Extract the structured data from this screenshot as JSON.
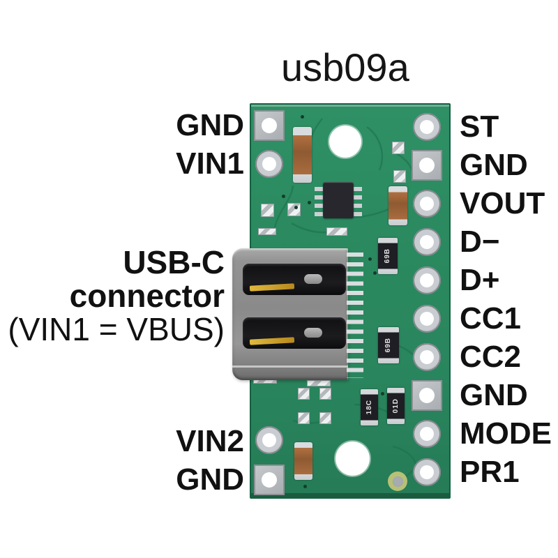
{
  "title": "usb09a",
  "note": {
    "line1": "USB-C",
    "line2": "connector",
    "line3": "(VIN1 = VBUS)"
  },
  "pins": {
    "left": [
      {
        "label": "GND",
        "pad": "square"
      },
      {
        "label": "VIN1",
        "pad": "round"
      },
      {
        "label": "VIN2",
        "pad": "round"
      },
      {
        "label": "GND",
        "pad": "square"
      }
    ],
    "right": [
      {
        "label": "ST",
        "pad": "round"
      },
      {
        "label": "GND",
        "pad": "square"
      },
      {
        "label": "VOUT",
        "pad": "round"
      },
      {
        "label": "D−",
        "pad": "round"
      },
      {
        "label": "D+",
        "pad": "round"
      },
      {
        "label": "CC1",
        "pad": "round"
      },
      {
        "label": "CC2",
        "pad": "round"
      },
      {
        "label": "GND",
        "pad": "square"
      },
      {
        "label": "MODE",
        "pad": "round"
      },
      {
        "label": "PR1",
        "pad": "round"
      }
    ]
  },
  "components": {
    "connector": "USB-C receptacle",
    "resistor_markings": [
      "69B",
      "69B",
      "18C",
      "01D"
    ]
  },
  "colors": {
    "background": "#ffffff",
    "pcb_green": "#2b8a60",
    "label_text": "#111111",
    "pad_silver": "#b4b8bc",
    "connector_gray": "#8f8f8f",
    "capacitor_brown": "#a5673b",
    "contact_gold": "#c49a2a"
  }
}
